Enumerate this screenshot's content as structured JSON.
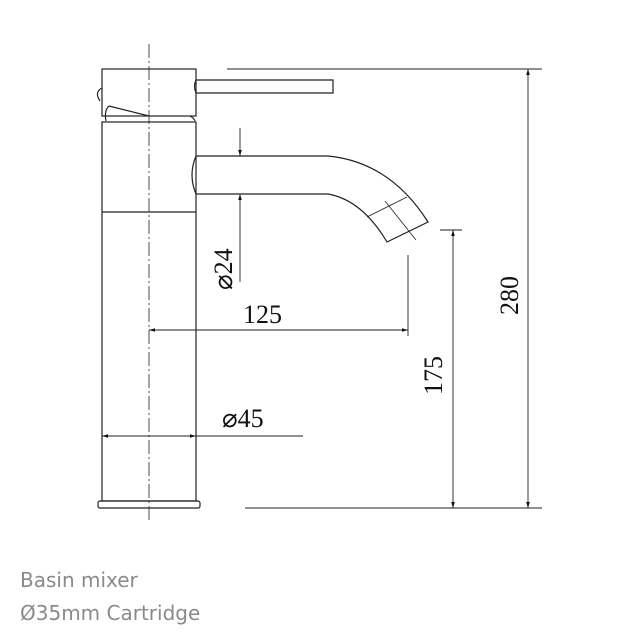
{
  "dimensions": {
    "spout_diameter": "⌀24",
    "reach": "125",
    "spout_height": "175",
    "total_height": "280",
    "body_diameter": "⌀45"
  },
  "caption": {
    "line1": "Basin mixer",
    "line2": "Ø35mm Cartridge"
  }
}
